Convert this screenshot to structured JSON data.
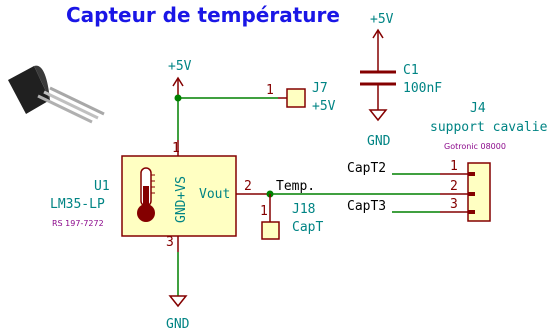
{
  "title": "Capteur de température",
  "power": {
    "vcc_top": "+5V",
    "vcc_u1": "+5V",
    "gnd_c1": "GND",
    "gnd_u1": "GND"
  },
  "c1": {
    "ref": "C1",
    "value": "100nF"
  },
  "j7": {
    "ref": "J7",
    "value": "+5V",
    "pin": "1"
  },
  "u1": {
    "ref": "U1",
    "value": "LM35-LP",
    "rs": "RS 197-7272",
    "pin_gnd_vs": "GND+VS",
    "pin_vout": "Vout",
    "pin1": "1",
    "pin2": "2",
    "pin3": "3"
  },
  "j18": {
    "ref": "J18",
    "value": "CapT",
    "pin": "1"
  },
  "net_temp": "Temp.",
  "j4": {
    "ref": "J4",
    "value": "support cavalier",
    "supplier": "Gotronic 08000",
    "pins": [
      "1",
      "2",
      "3"
    ]
  },
  "nets": {
    "capt2": "CapT2",
    "capt3": "CapT3"
  }
}
